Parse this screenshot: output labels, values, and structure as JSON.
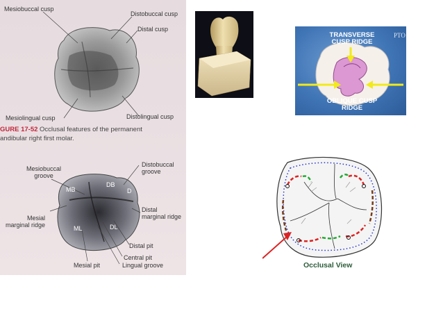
{
  "textbook_figure": {
    "top_labels": {
      "mesiobuccal_cusp": "Mesiobuccal cusp",
      "distobuccal_cusp": "Distobuccal cusp",
      "distal_cusp": "Distal cusp",
      "mesiolingual_cusp": "Mesiolingual cusp",
      "distolingual_cusp": "Distolingual cusp"
    },
    "caption_prefix": "GURE 17-52",
    "caption_line1": " Occlusal features of the permanent",
    "caption_line2": "andibular right first molar.",
    "bottom_labels": {
      "mesiobuccal_groove": "Mesiobuccal\ngroove",
      "distobuccal_groove": "Distobuccal\ngroove",
      "mesial_marginal_ridge": "Mesial\nmarginal ridge",
      "distal_marginal_ridge": "Distal\nmarginal ridge",
      "distal_pit": "Distal pit",
      "central_pit": "Central pit",
      "mesial_pit": "Mesial pit",
      "lingual_groove": "Lingual groove"
    },
    "cusp_abbreviations": {
      "mb": "MB",
      "db": "DB",
      "d": "D",
      "ml": "ML",
      "dl": "DL"
    }
  },
  "slide": {
    "top_label": "TRANSVERSE\nCUSP RIDGE",
    "bottom_label": "OBLIQUE CUSP\nRIDGE",
    "logo_text": "PTO",
    "arrow_color": "#f2ea1a",
    "ridge_color": "#d98fd0"
  },
  "occlusal_view": {
    "caption": "Occlusal View",
    "caption_color": "#2c5c39",
    "dotted_outline_color": "#2233cc",
    "red_mark_color": "#dd2222",
    "green_mark_color": "#22aa33",
    "brown_mark_color": "#7a3d1a"
  }
}
